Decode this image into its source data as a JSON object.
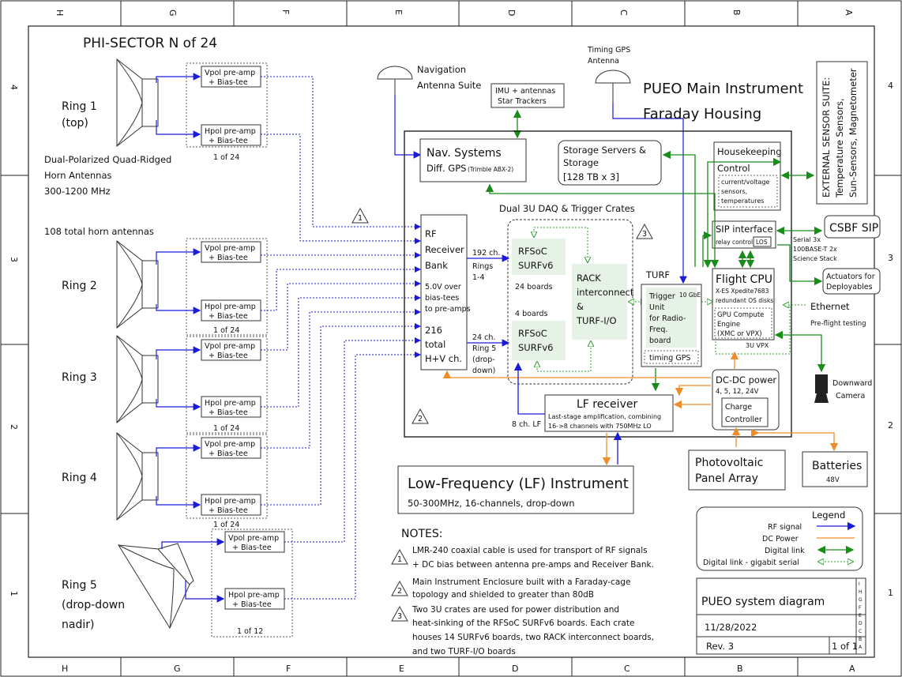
{
  "grid": {
    "columns": [
      "H",
      "G",
      "F",
      "E",
      "D",
      "C",
      "B",
      "A"
    ],
    "rows": [
      "4",
      "3",
      "2",
      "1"
    ]
  },
  "sector_title": "PHI-SECTOR N of 24",
  "rings": {
    "ring1": {
      "line1": "Ring 1",
      "line2": "(top)"
    },
    "ring2": {
      "line1": "Ring 2"
    },
    "ring3": {
      "line1": "Ring 3"
    },
    "ring4": {
      "line1": "Ring 4"
    },
    "ring5": {
      "line1": "Ring 5",
      "line2": "(drop-down",
      "line3": "nadir)"
    }
  },
  "horn_desc": {
    "line1": "Dual-Polarized Quad-Ridged",
    "line2": "Horn Antennas",
    "line3": "300-1200 MHz",
    "total": "108 total horn antennas"
  },
  "preamp": {
    "vpol": "Vpol pre-amp",
    "hpol": "Hpol pre-amp",
    "bias": "+ Bias-tee",
    "count24": "1 of 24",
    "count12": "1 of 12"
  },
  "nav_antenna": {
    "line1": "Navigation",
    "line2": "Antenna Suite"
  },
  "imu": {
    "line1": "IMU + antennas",
    "line2": "Star Trackers"
  },
  "timing_gps": {
    "line1": "Timing GPS",
    "line2": "Antenna"
  },
  "main_title": {
    "line1": "PUEO Main Instrument",
    "line2": "Faraday Housing"
  },
  "ext_sensor": {
    "line1": "EXTERNAL SENSOR SUITE:",
    "line2": "Temperature Sensors,",
    "line3": "Sun-Sensors, Magnetometer"
  },
  "nav_systems": {
    "line1": "Nav. Systems",
    "line2": "Diff. GPS",
    "line3": "(Trimble ABX-2)"
  },
  "storage": {
    "line1": "Storage Servers &",
    "line2": "Storage",
    "line3": "[128 TB x 3]"
  },
  "housekeeping": {
    "line1": "Housekeeping",
    "line2": "Control",
    "sub1": "current/voltage",
    "sub2": "sensors,",
    "sub3": "temperatures"
  },
  "daq_title": "Dual 3U DAQ & Trigger Crates",
  "rf_bank": {
    "l1": "RF",
    "l2": "Receiver",
    "l3": "Bank",
    "l4": "5.0V over",
    "l5": "bias-tees",
    "l6": "to pre-amps",
    "l7": "216",
    "l8": "total",
    "l9": "H+V ch."
  },
  "ch192": {
    "l1": "192 ch.",
    "l2": "Rings",
    "l3": "1-4"
  },
  "ch24": {
    "l1": "24 ch.",
    "l2": "Ring 5",
    "l3": "(drop-",
    "l4": "down)"
  },
  "rfsoc1": {
    "l1": "RFSoC",
    "l2": "SURFv6",
    "count": "24 boards"
  },
  "rfsoc2": {
    "l1": "RFSoC",
    "l2": "SURFv6",
    "count": "4 boards"
  },
  "rack": {
    "l1": "RACK",
    "l2": "interconnect",
    "l3": "&",
    "l4": "TURF-I/O"
  },
  "turf": {
    "title": "TURF",
    "l1": "Trigger",
    "l2": "Unit",
    "l3": "for Radio-",
    "l4": "Freq.",
    "l5": "board",
    "gbe": "10 GbE",
    "gps": "timing GPS"
  },
  "sip": {
    "title": "SIP interface",
    "relay": "relay control",
    "los": "LOS"
  },
  "csbf": "CSBF SIP",
  "serial": {
    "l1": "Serial 3x",
    "l2": "100BASE-T 2x",
    "l3": "Science Stack"
  },
  "actuators": {
    "l1": "Actuators for",
    "l2": "Deployables"
  },
  "flight_cpu": {
    "title": "Flight CPU",
    "l1": "X-ES Xpedite7683",
    "l2": "redundant OS disks",
    "gpu1": "GPU Compute",
    "gpu2": "Engine",
    "gpu3": "(XMC or VPX)",
    "vpx": "3U VPX"
  },
  "ethernet": {
    "title": "Ethernet",
    "sub": "Pre-flight testing"
  },
  "camera": {
    "l1": "Downward",
    "l2": "Camera"
  },
  "dcdc": {
    "l1": "DC-DC power",
    "l2": "4, 5, 12, 24V",
    "c1": "Charge",
    "c2": "Controller"
  },
  "lf_receiver": {
    "title": "LF receiver",
    "l1": "Last-stage amplification, combining",
    "l2": "16->8 channels with 750MHz LO",
    "ch": "8 ch. LF"
  },
  "lf_instrument": {
    "title": "Low-Frequency (LF) Instrument",
    "sub": "50-300MHz, 16-channels, drop-down"
  },
  "photovoltaic": {
    "l1": "Photovoltaic",
    "l2": "Panel Array"
  },
  "batteries": {
    "l1": "Batteries",
    "l2": "48V"
  },
  "legend": {
    "title": "Legend",
    "items": [
      "RF signal",
      "DC Power",
      "Digital link",
      "Digital link - gigabit serial"
    ],
    "colors": [
      "#1a1adb",
      "#f08c28",
      "#1a8c1a",
      "#2aa02a"
    ]
  },
  "notes": {
    "title": "NOTES:",
    "n1a": "LMR-240 coaxial cable is used for transport of RF signals",
    "n1b": "+ DC bias between antenna pre-amps and Receiver Bank.",
    "n2a": "Main Instrument Enclosure built with a Faraday-cage",
    "n2b": "topology and shielded to greater than 80dB",
    "n3a": "Two 3U crates are used for power distribution and",
    "n3b": "heat-sinking of the RFSoC SURFv6 boards.  Each crate",
    "n3c": "houses 14 SURFv6 boards, two RACK interconnect boards,",
    "n3d": "and two TURF-I/O boards"
  },
  "markers": [
    "1",
    "2",
    "3"
  ],
  "titleblock": {
    "title": "PUEO system diagram",
    "date": "11/28/2022",
    "rev": "Rev. 3",
    "sheet": "1 of 1",
    "letters": [
      "I",
      "H",
      "G",
      "F",
      "E",
      "D",
      "C",
      "B",
      "A"
    ]
  }
}
